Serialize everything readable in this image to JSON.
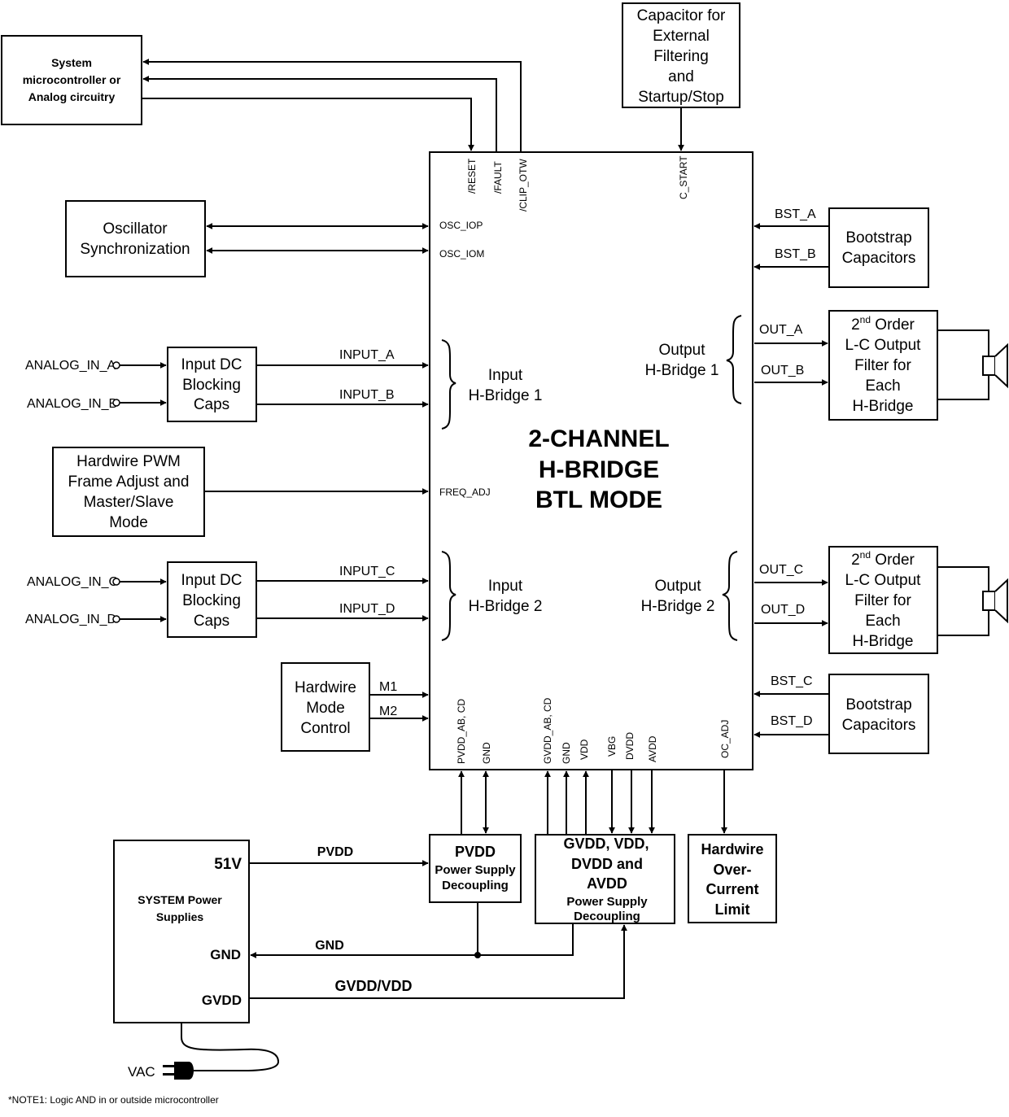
{
  "chip": {
    "title_lines": [
      "2-CHANNEL",
      "H-BRIDGE",
      "BTL MODE"
    ]
  },
  "top_pins": {
    "reset": "/RESET",
    "fault": "/FAULT",
    "clip_otw": "/CLIP_OTW",
    "c_start": "C_START"
  },
  "left_pins": {
    "osc_iop": "OSC_IOP",
    "osc_iom": "OSC_IOM",
    "freq_adj": "FREQ_ADJ"
  },
  "bottom_pins": {
    "pvdd_ab_cd": "PVDD_AB, CD",
    "gnd1": "GND",
    "gvdd_ab_cd": "GVDD_AB, CD",
    "gnd2": "GND",
    "vdd": "VDD",
    "vbg": "VBG",
    "dvdd": "DVDD",
    "avdd": "AVDD",
    "oc_adj": "OC_ADJ"
  },
  "signals": {
    "input_a": "INPUT_A",
    "input_b": "INPUT_B",
    "input_c": "INPUT_C",
    "input_d": "INPUT_D",
    "analog_in_a": "ANALOG_IN_A",
    "analog_in_b": "ANALOG_IN_B",
    "analog_in_c": "ANALOG_IN_C",
    "analog_in_d": "ANALOG_IN_D",
    "out_a": "OUT_A",
    "out_b": "OUT_B",
    "out_c": "OUT_C",
    "out_d": "OUT_D",
    "bst_a": "BST_A",
    "bst_b": "BST_B",
    "bst_c": "BST_C",
    "bst_d": "BST_D",
    "m1": "M1",
    "m2": "M2",
    "pvdd": "PVDD",
    "gnd": "GND",
    "gvdd_vdd": "GVDD/VDD",
    "vac": "VAC"
  },
  "inner_groups": {
    "input_hb1": [
      "Input",
      "H-Bridge 1"
    ],
    "input_hb2": [
      "Input",
      "H-Bridge 2"
    ],
    "output_hb1": [
      "Output",
      "H-Bridge 1"
    ],
    "output_hb2": [
      "Output",
      "H-Bridge 2"
    ]
  },
  "blocks": {
    "micro": [
      "System",
      "microcontroller or",
      "Analog circuitry"
    ],
    "cap_filter": [
      "Capacitor for",
      "External",
      "Filtering",
      "and",
      "Startup/Stop"
    ],
    "osc_sync": [
      "Oscillator",
      "Synchronization"
    ],
    "bootstrap_top": [
      "Bootstrap",
      "Capacitors"
    ],
    "bootstrap_bottom": [
      "Bootstrap",
      "Capacitors"
    ],
    "lc_filter": {
      "nd": "nd",
      "first_a": "2",
      "first_b": " Order",
      "lines": [
        "L-C Output",
        "Filter for",
        "Each",
        "H-Bridge"
      ]
    },
    "dc_block": [
      "Input DC",
      "Blocking",
      "Caps"
    ],
    "pwm": [
      "Hardwire PWM",
      "Frame Adjust and",
      "Master/Slave",
      "Mode"
    ],
    "mode_ctrl": [
      "Hardwire",
      "Mode",
      "Control"
    ],
    "pvdd_dec": {
      "title": "PVDD",
      "lines": [
        "Power Supply",
        "Decoupling"
      ]
    },
    "gvdd_dec": {
      "title": [
        "GVDD, VDD,",
        "DVDD and",
        "AVDD"
      ],
      "lines": [
        "Power Supply",
        "Decoupling"
      ]
    },
    "oc_limit": [
      "Hardwire",
      "Over-",
      "Current",
      "Limit"
    ],
    "sys_power": {
      "v51": "51V",
      "title": [
        "SYSTEM Power",
        "Supplies"
      ],
      "gnd": "GND",
      "gvdd": "GVDD"
    }
  },
  "note": "*NOTE1: Logic AND in or outside microcontroller"
}
